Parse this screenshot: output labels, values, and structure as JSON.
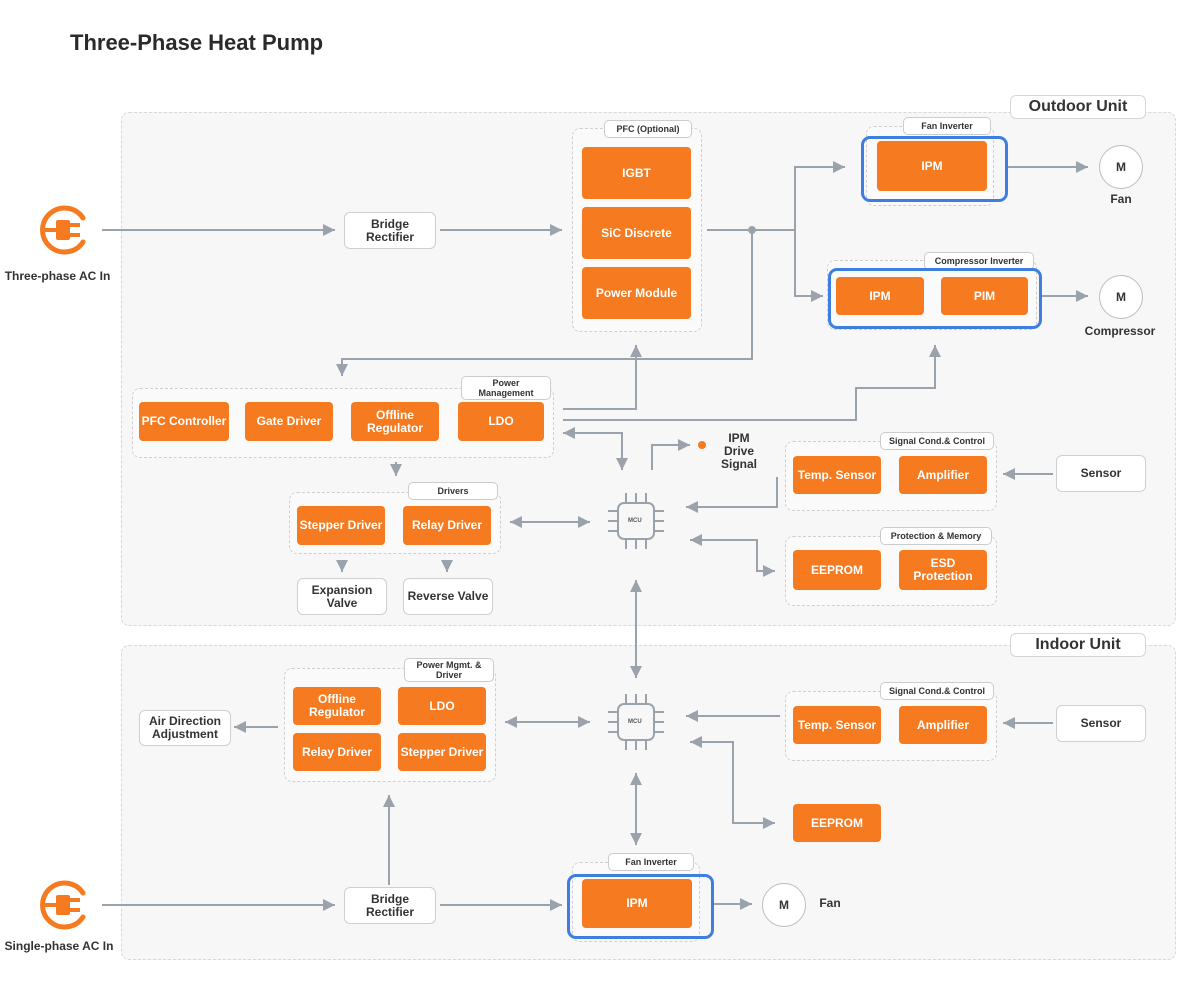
{
  "title": "Three-Phase Heat Pump",
  "colors": {
    "accent": "#f57a20",
    "highlight": "#3d7fe0",
    "line": "#9aa3ab"
  },
  "outdoor": {
    "label": "Outdoor Unit",
    "ac_in": "Three-phase AC In",
    "bridge_rectifier": "Bridge\nRectifier",
    "pfc_group": "PFC (Optional)",
    "pfc_items": [
      "IGBT",
      "SiC Discrete",
      "Power Module"
    ],
    "fan_inverter": {
      "label": "Fan Inverter",
      "ipm": "IPM"
    },
    "fan_motor": {
      "symbol": "M",
      "caption": "Fan"
    },
    "compressor_inverter": {
      "label": "Compressor Inverter",
      "ipm": "IPM",
      "pim": "PIM"
    },
    "compressor_motor": {
      "symbol": "M",
      "caption": "Compressor"
    },
    "power_mgmt": {
      "label": "Power\nManagement",
      "items": [
        "PFC Controller",
        "Gate Driver",
        "Offline\nRegulator",
        "LDO"
      ]
    },
    "mcu": "MCU",
    "ipm_drive_signal": "IPM\nDrive\nSignal",
    "signal_cond": {
      "label": "Signal Cond.& Control",
      "items": [
        "Temp. Sensor",
        "Amplifier"
      ]
    },
    "sensor": "Sensor",
    "drivers": {
      "label": "Drivers",
      "items": [
        "Stepper Driver",
        "Relay Driver"
      ]
    },
    "expansion_valve": "Expansion\nValve",
    "reverse_valve": "Reverse Valve",
    "protection": {
      "label": "Protection & Memory",
      "items": [
        "EEPROM",
        "ESD\nProtection"
      ]
    }
  },
  "indoor": {
    "label": "Indoor Unit",
    "power_mgmt": {
      "label": "Power Mgmt. &\nDriver",
      "items": [
        "Offline\nRegulator",
        "LDO",
        "Relay Driver",
        "Stepper Driver"
      ]
    },
    "air_direction": "Air Direction\nAdjustment",
    "mcu": "MCU",
    "signal_cond": {
      "label": "Signal Cond.& Control",
      "items": [
        "Temp. Sensor",
        "Amplifier"
      ]
    },
    "sensor": "Sensor",
    "eeprom": "EEPROM",
    "ac_in": "Single-phase AC In",
    "bridge_rectifier": "Bridge\nRectifier",
    "fan_inverter": {
      "label": "Fan Inverter",
      "ipm": "IPM"
    },
    "fan_motor": {
      "symbol": "M",
      "caption": "Fan"
    }
  }
}
